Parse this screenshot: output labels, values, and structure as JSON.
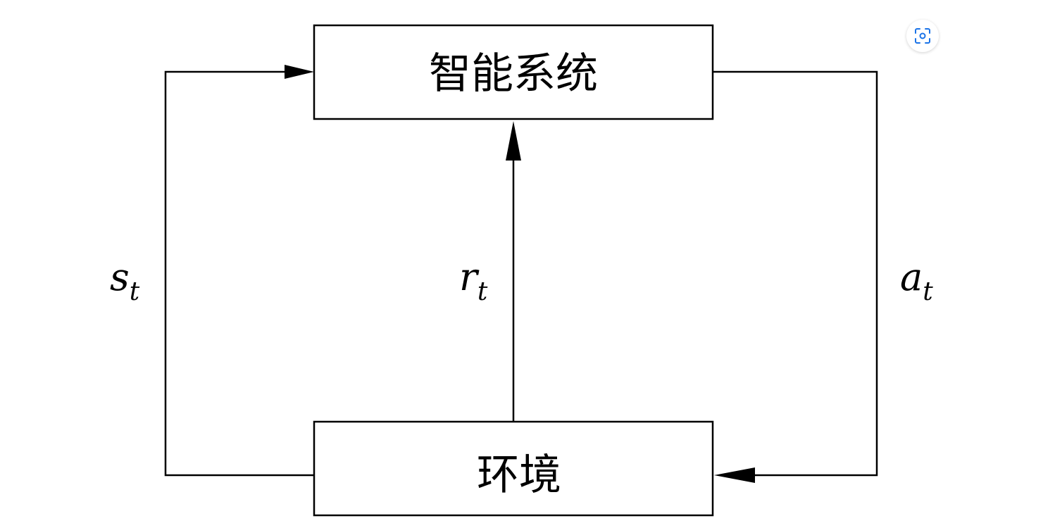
{
  "diagram": {
    "nodes": {
      "agent": {
        "label": "智能系统"
      },
      "environment": {
        "label": "环境"
      }
    },
    "edges": {
      "state": {
        "symbol": "s",
        "subscript": "t"
      },
      "reward": {
        "symbol": "r",
        "subscript": "t"
      },
      "action": {
        "symbol": "a",
        "subscript": "t"
      }
    }
  },
  "toolbar": {
    "scan_icon": "image-search-icon",
    "accent_color": "#1a73e8"
  }
}
